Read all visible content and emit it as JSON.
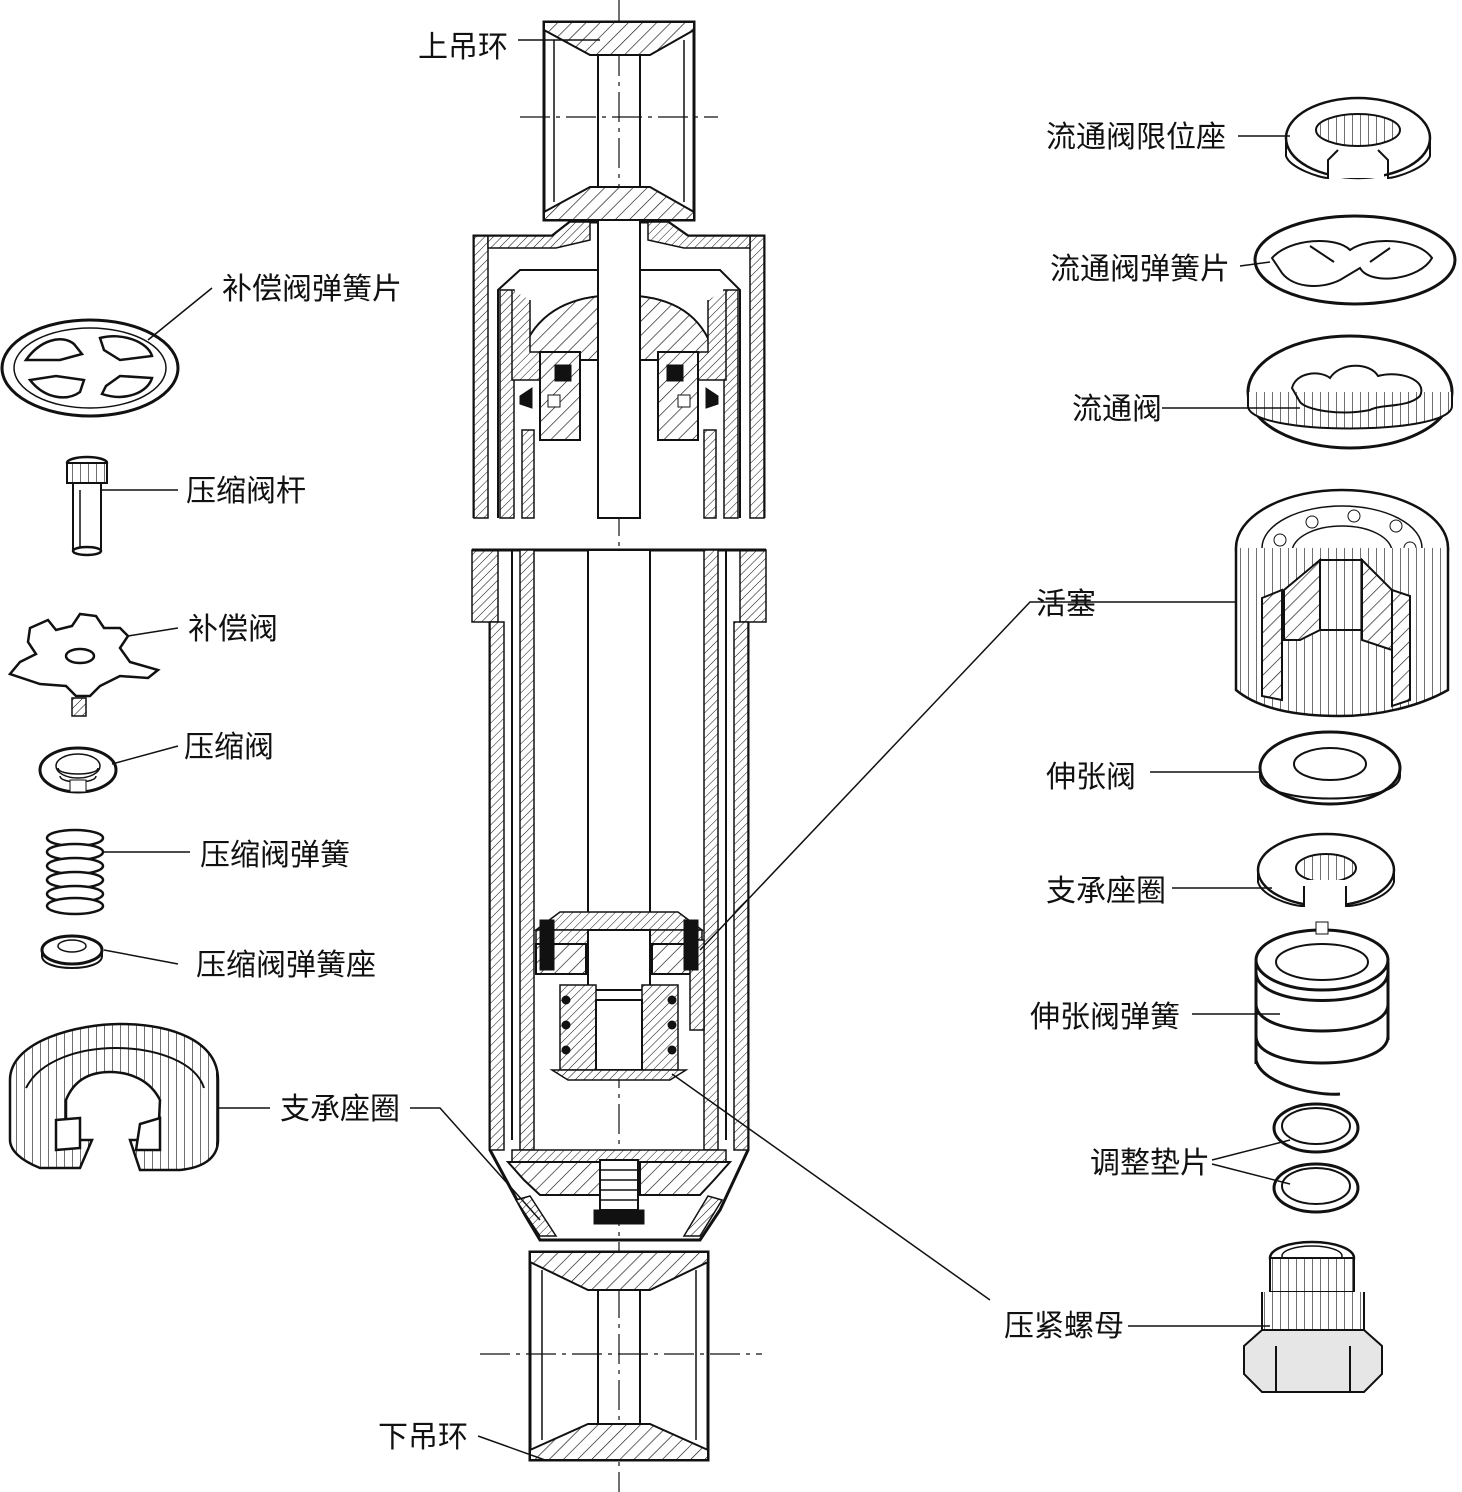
{
  "labels": {
    "top_ring": "上吊环",
    "bottom_ring": "下吊环",
    "comp_valve_spring_plate": "补偿阀弹簧片",
    "comp_valve_stem": "压缩阀杆",
    "comp_valve": "补偿阀",
    "compress_valve": "压缩阀",
    "compress_valve_spring": "压缩阀弹簧",
    "compress_valve_spring_seat": "压缩阀弹簧座",
    "support_ring_left": "支承座圈",
    "flow_valve_stop_seat": "流通阀限位座",
    "flow_valve_spring_plate": "流通阀弹簧片",
    "flow_valve": "流通阀",
    "piston": "活塞",
    "rebound_valve": "伸张阀",
    "support_ring_right": "支承座圈",
    "rebound_valve_spring": "伸张阀弹簧",
    "shim": "调整垫片",
    "lock_nut": "压紧螺母"
  }
}
